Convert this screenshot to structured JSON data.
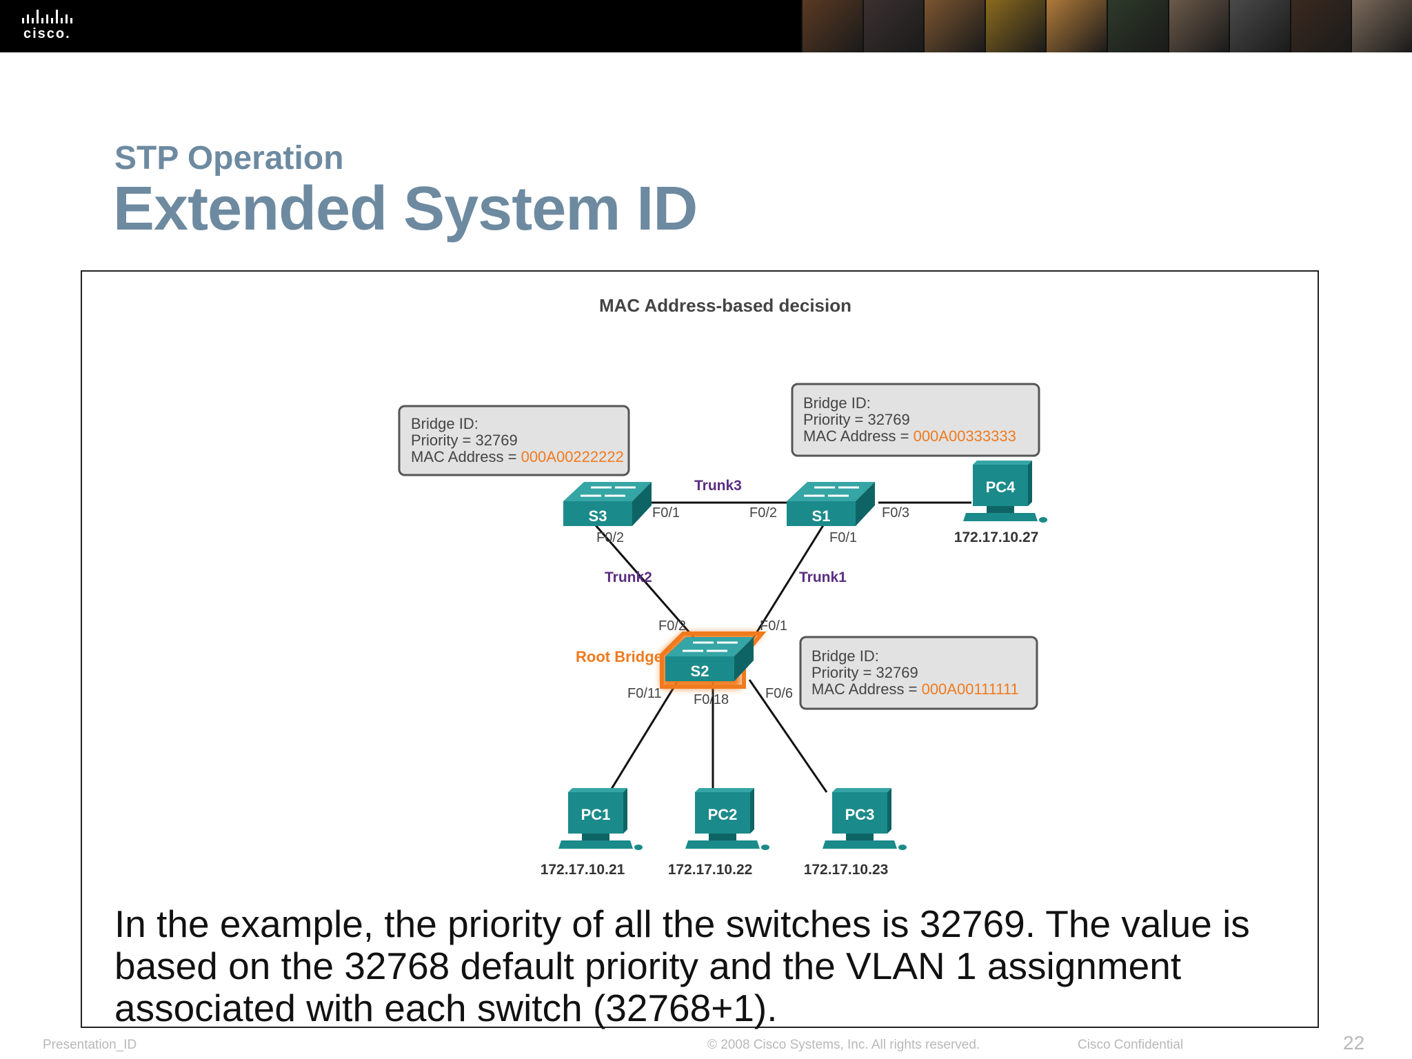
{
  "header": {
    "logo_text": "cisco.",
    "photo_colors": [
      "#5a3a22",
      "#3b3130",
      "#7a5530",
      "#8a6a1e",
      "#b07a3a",
      "#2e3a2a",
      "#6b5a4a",
      "#4a4a4a",
      "#3a2a20",
      "#7a6a5a"
    ]
  },
  "slide": {
    "subtitle": "STP Operation",
    "title": "Extended System ID",
    "caption": "In the example, the priority of all the switches is 32769. The value is based on the 32768 default priority and the VLAN 1 assignment associated with each switch (32768+1)."
  },
  "diagram": {
    "heading": "MAC Address-based decision",
    "colors": {
      "switch": "#1b8a8a",
      "switch_dark": "#0e6464",
      "root_glow": "#f07a1e",
      "trunk_label": "#5b2d82",
      "mac": "#f07a1e",
      "box_bg": "#e2e2e2",
      "box_border": "#555555"
    },
    "bridge_s3": {
      "line1": "Bridge ID:",
      "line2": "Priority = 32769",
      "line3_prefix": "MAC Address = ",
      "mac": "000A00222222"
    },
    "bridge_s1": {
      "line1": "Bridge ID:",
      "line2": "Priority = 32769",
      "line3_prefix": "MAC Address = ",
      "mac": "000A00333333"
    },
    "bridge_s2": {
      "line1": "Bridge ID:",
      "line2": "Priority = 32769",
      "line3_prefix": "MAC Address = ",
      "mac": "000A00111111"
    },
    "switches": {
      "s3": "S3",
      "s1": "S1",
      "s2": "S2"
    },
    "root_label": "Root Bridge",
    "trunks": {
      "trunk1": "Trunk1",
      "trunk2": "Trunk2",
      "trunk3": "Trunk3"
    },
    "ports": {
      "s3_f01": "F0/1",
      "s3_f02": "F0/2",
      "s1_f02": "F0/2",
      "s1_f01": "F0/1",
      "s1_f03": "F0/3",
      "s2_f02": "F0/2",
      "s2_f01": "F0/1",
      "s2_f011": "F0/11",
      "s2_f018": "F0/18",
      "s2_f06": "F0/6"
    },
    "pcs": {
      "pc1": {
        "label": "PC1",
        "ip": "172.17.10.21"
      },
      "pc2": {
        "label": "PC2",
        "ip": "172.17.10.22"
      },
      "pc3": {
        "label": "PC3",
        "ip": "172.17.10.23"
      },
      "pc4": {
        "label": "PC4",
        "ip": "172.17.10.27"
      }
    }
  },
  "footer": {
    "presentation_id": "Presentation_ID",
    "copyright": "© 2008 Cisco Systems, Inc. All rights reserved.",
    "confidential": "Cisco Confidential",
    "page": "22"
  }
}
